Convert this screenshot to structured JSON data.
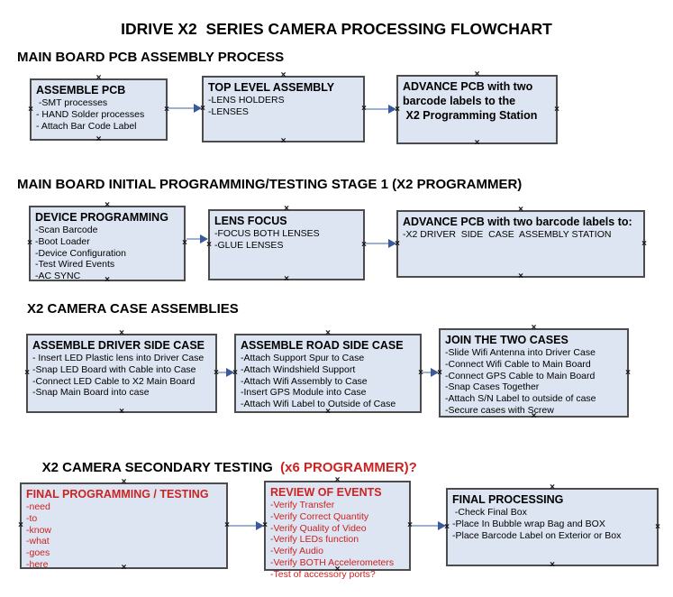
{
  "title": "IDRIVE X2  SERIES CAMERA PROCESSING FLOWCHART",
  "icons": {
    "connection_point": "×",
    "arrow_head": "right-arrowhead"
  },
  "colors": {
    "box_fill": "#dce5f1",
    "box_border": "#4c4c4c",
    "accent_red": "#cc2222",
    "arrow_line": "#9cb2d0",
    "arrow_head": "#3a5a9b",
    "text": "#000000"
  },
  "sections": [
    {
      "heading": "MAIN BOARD PCB ASSEMBLY PROCESS",
      "boxes": [
        {
          "title": "ASSEMBLE PCB",
          "items": [
            " -SMT processes",
            "- HAND Solder processes",
            "- Attach Bar Code Label"
          ]
        },
        {
          "title": "TOP LEVEL ASSEMBLY",
          "items": [
            "-LENS HOLDERS",
            "-LENSES"
          ]
        },
        {
          "title": "ADVANCE PCB with two\nbarcode labels to the\n X2 Programming Station",
          "items": []
        }
      ]
    },
    {
      "heading": "MAIN BOARD INITIAL PROGRAMMING/TESTING STAGE 1 (X2 PROGRAMMER)",
      "boxes": [
        {
          "title": "DEVICE PROGRAMMING",
          "items": [
            "-Scan Barcode",
            "-Boot Loader",
            "-Device Configuration",
            "-Test Wired Events",
            "-AC SYNC"
          ]
        },
        {
          "title": "LENS FOCUS",
          "items": [
            "-FOCUS BOTH LENSES",
            "-GLUE LENSES"
          ]
        },
        {
          "title": "ADVANCE PCB with two barcode labels to:",
          "items": [
            "-X2 DRIVER  SIDE  CASE  ASSEMBLY STATION"
          ]
        }
      ]
    },
    {
      "heading": "X2 CAMERA CASE ASSEMBLIES",
      "boxes": [
        {
          "title": "ASSEMBLE DRIVER SIDE CASE",
          "items": [
            "- Insert LED Plastic lens into Driver Case",
            "-Snap LED Board with Cable into Case",
            "-Connect LED Cable to X2 Main Board",
            "-Snap Main Board into case"
          ]
        },
        {
          "title": "ASSEMBLE ROAD SIDE CASE",
          "items": [
            "-Attach Support Spur to Case",
            "-Attach Windshield Support",
            "-Attach Wifi Assembly to Case",
            "-Insert GPS Module into Case",
            "-Attach Wifi Label to Outside of Case"
          ]
        },
        {
          "title": "JOIN THE TWO CASES",
          "items": [
            "-Slide Wifi Antenna into Driver Case",
            "-Connect Wifi Cable to Main Board",
            "-Connect GPS Cable to Main Board",
            "-Snap Cases Together",
            "-Attach S/N Label to outside of case",
            "-Secure cases with Screw"
          ]
        }
      ]
    },
    {
      "heading": "X2 CAMERA SECONDARY TESTING",
      "heading_suffix": "  (x6 PROGRAMMER)?",
      "boxes": [
        {
          "title": "FINAL PROGRAMMING / TESTING",
          "items": [
            "-need",
            "-to",
            "-know",
            "-what",
            "-goes",
            "-here"
          ]
        },
        {
          "title": "REVIEW OF EVENTS",
          "items": [
            "-Verify Transfer",
            "-Verify Correct Quantity",
            "-Verify Quality of Video",
            "-Verify LEDs function",
            "-Verify Audio",
            "-Verify BOTH Accelerometers",
            "-Test of accessory ports?"
          ]
        },
        {
          "title": "FINAL PROCESSING",
          "items": [
            " -Check Final Box",
            "-Place In Bubble wrap Bag and BOX",
            "-Place Barcode Label on Exterior or Box"
          ]
        }
      ]
    }
  ]
}
